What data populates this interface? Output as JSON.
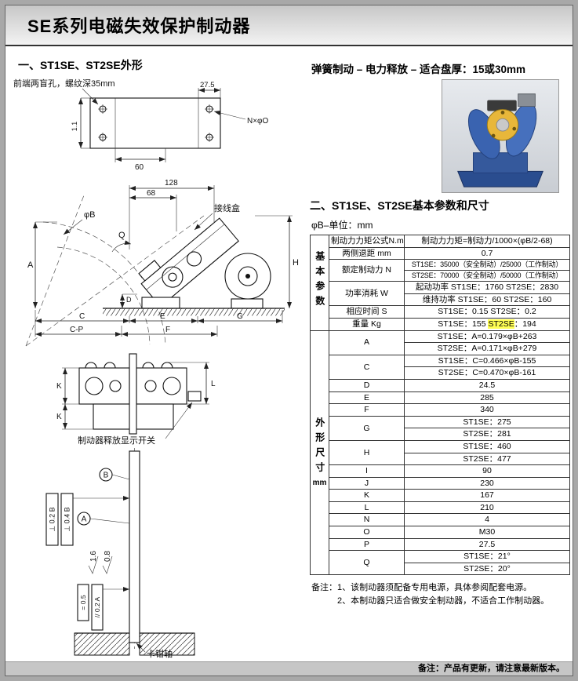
{
  "page": {
    "title": "SE系列电磁失效保护制动器",
    "footer_note": "备注：产品有更新，请注意最新版本。"
  },
  "left": {
    "section_title": "一、ST1SE、ST2SE外形"
  },
  "right": {
    "headline": "弹簧制动 – 电力释放 – 适合盘厚：15或30mm",
    "section_title": "二、ST1SE、ST2SE基本参数和尺寸",
    "unit_note": "φB–单位：mm",
    "note1": "备注：1、该制动器须配备专用电源，具体参阅配套电源。",
    "note2": "2、本制动器只适合做安全制动器，不适合工作制动器。"
  },
  "table": {
    "group_basic": "基本参数",
    "group_dims": "外形尺寸",
    "group_dims_unit": "mm",
    "formula": {
      "label": "制动力力矩公式N.m",
      "value": "制动力力矩=制动力/1000×(φB/2-68)"
    },
    "retract": {
      "label": "两侧退距 mm",
      "value": "0.7"
    },
    "rated": {
      "label": "额定制动力 N",
      "v1": "ST1SE：35000（安全制动）/25000（工作制动）",
      "v2": "ST2SE：70000（安全制动）/50000（工作制动）"
    },
    "power": {
      "label": "功率消耗 W",
      "v1": "起动功率 ST1SE：1760 ST2SE：2830",
      "v2": "维持功率 ST1SE：60 ST2SE：160"
    },
    "response": {
      "label": "相应时间 S",
      "value": "ST1SE：0.15  ST2SE：0.2"
    },
    "weight": {
      "label": "重量 Kg",
      "pre": "ST1SE：155 ",
      "hl": "ST2SE",
      "post": "：194"
    },
    "dims": [
      {
        "label": "A",
        "v1": "ST1SE：A=0.179×φB+263",
        "v2": "ST2SE：A=0.171×φB+279"
      },
      {
        "label": "C",
        "v1": "ST1SE：C=0.466×φB-155",
        "v2": "ST2SE：C=0.470×φB-161"
      },
      {
        "label": "D",
        "value": "24.5"
      },
      {
        "label": "E",
        "value": "285"
      },
      {
        "label": "F",
        "value": "340"
      },
      {
        "label": "G",
        "v1": "ST1SE：275",
        "v2": "ST2SE：281"
      },
      {
        "label": "H",
        "v1": "ST1SE：460",
        "v2": "ST2SE：477"
      },
      {
        "label": "I",
        "value": "90"
      },
      {
        "label": "J",
        "value": "230"
      },
      {
        "label": "K",
        "value": "167"
      },
      {
        "label": "L",
        "value": "210"
      },
      {
        "label": "N",
        "value": "4"
      },
      {
        "label": "O",
        "value": "M30"
      },
      {
        "label": "P",
        "value": "27.5"
      },
      {
        "label": "Q",
        "v1": "ST1SE：21°",
        "v2": "ST2SE：20°"
      }
    ]
  },
  "drawings": {
    "d1": {
      "note": "前端两盲孔，螺纹深35mm",
      "dim_top": "27.5",
      "dim_bottom": "60",
      "dim_left": "1.1",
      "holes_label": "N×φO"
    },
    "d2": {
      "dim_128": "128",
      "dim_68": "68",
      "junction_box": "接线盒",
      "phi_b": "φB",
      "dim_q": "Q",
      "dim_a": "A",
      "dim_c": "C",
      "dim_d": "D",
      "dim_e": "E",
      "dim_g": "G",
      "dim_h": "H",
      "dim_cp": "C-P",
      "dim_f": "F"
    },
    "d3": {
      "dim_k": "K",
      "dim_l": "L",
      "switch_label": "制动器释放显示开关"
    },
    "d4": {
      "datum_b": "B",
      "datum_a": "A",
      "tol_perp_02": "⊥ 0.2 B",
      "tol_perp_04": "⊥ 0.4 B",
      "rough_16": "1.6",
      "rough_08": "0.8",
      "tol_sym_05": "= 0.5",
      "tol_par_02": "// 0.2 A",
      "shaft_label": "卡钳轴"
    }
  }
}
